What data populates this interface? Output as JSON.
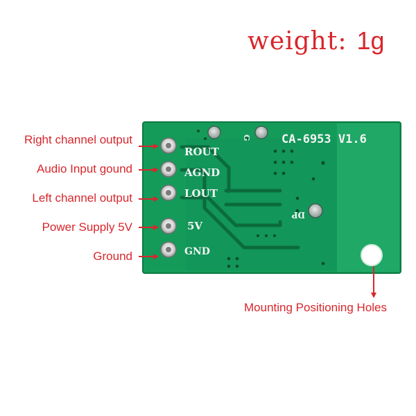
{
  "title": {
    "weight_label": "weight:",
    "weight_value": "1g"
  },
  "labels": {
    "right_channel": "Right channel output",
    "audio_input": "Audio Input gound",
    "left_channel": "Left channel output",
    "power_supply": "Power Supply 5V",
    "ground": "Ground",
    "mounting": "Mounting Positioning Holes"
  },
  "board": {
    "model": "CA-6953 V1.6",
    "pins": [
      "ROUT",
      "AGND",
      "LOUT",
      "5V",
      "GND"
    ],
    "marks": {
      "g": "G",
      "dp": "DP"
    }
  },
  "colors": {
    "label": "#d8262c",
    "board": "#149b5a",
    "board_edge": "#0d7a43",
    "pad": "#dcdcdc"
  }
}
